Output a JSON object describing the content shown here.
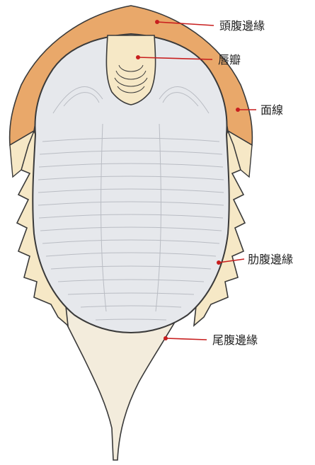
{
  "diagram": {
    "labels": {
      "cephalic_doublure": "頭腹邊緣",
      "hypostome": "唇瓣",
      "facial_suture": "面線",
      "pleural_doublure": "肋腹邊緣",
      "pygidial_doublure": "尾腹邊緣"
    },
    "colors": {
      "cephalic_doublure": "#e9a86a",
      "doublure_cream": "#f6e8c6",
      "shell_grey": "#e6e8ec",
      "outline": "#3a3a3a",
      "leader": "#c81e1e"
    }
  }
}
